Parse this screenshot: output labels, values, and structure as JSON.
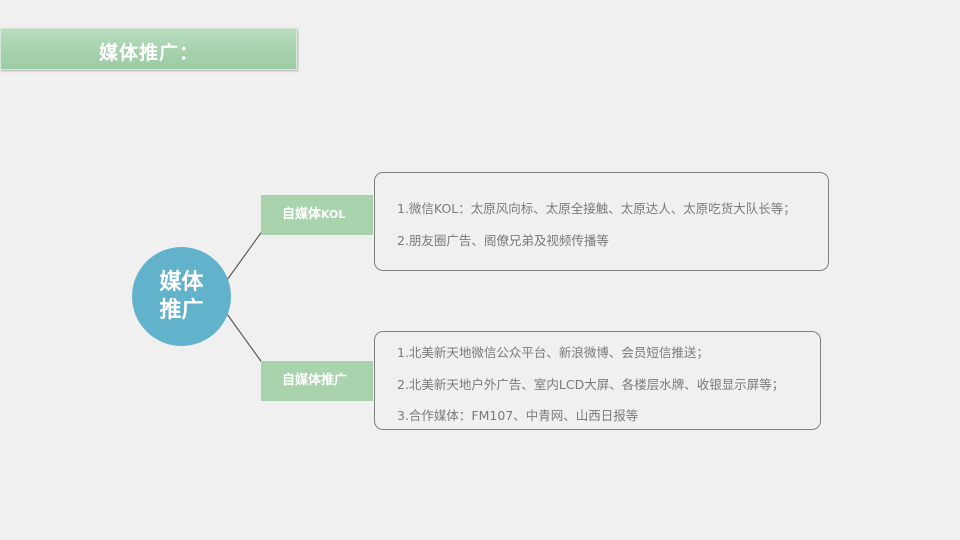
{
  "title": "媒体推广：",
  "center": {
    "line1": "媒体",
    "line2": "推广"
  },
  "branches": [
    {
      "label_main": "自媒体",
      "label_suffix": "KOL",
      "details": [
        "1.微信KOL：太原风向标、太原全接触、太原达人、太原吃货大队长等；",
        "2.朋友圈广告、阁僚兄弟及视频传播等"
      ]
    },
    {
      "label_main": "自媒体推广",
      "label_suffix": "",
      "details": [
        "1.北美新天地微信公众平台、新浪微博、会员短信推送；",
        "2.北美新天地户外广告、室内LCD大屏、各楼层水牌、收银显示屏等；",
        "3.合作媒体：FM107、中青网、山西日报等"
      ]
    }
  ],
  "colors": {
    "background": "#f0f0f0",
    "banner_green": "#a6d2ad",
    "branch_green": "#a9d3ad",
    "center_blue": "#62b2cc",
    "connector": "#595959",
    "detail_text": "#7a7a7a",
    "box_border": "#7f7f7f"
  }
}
